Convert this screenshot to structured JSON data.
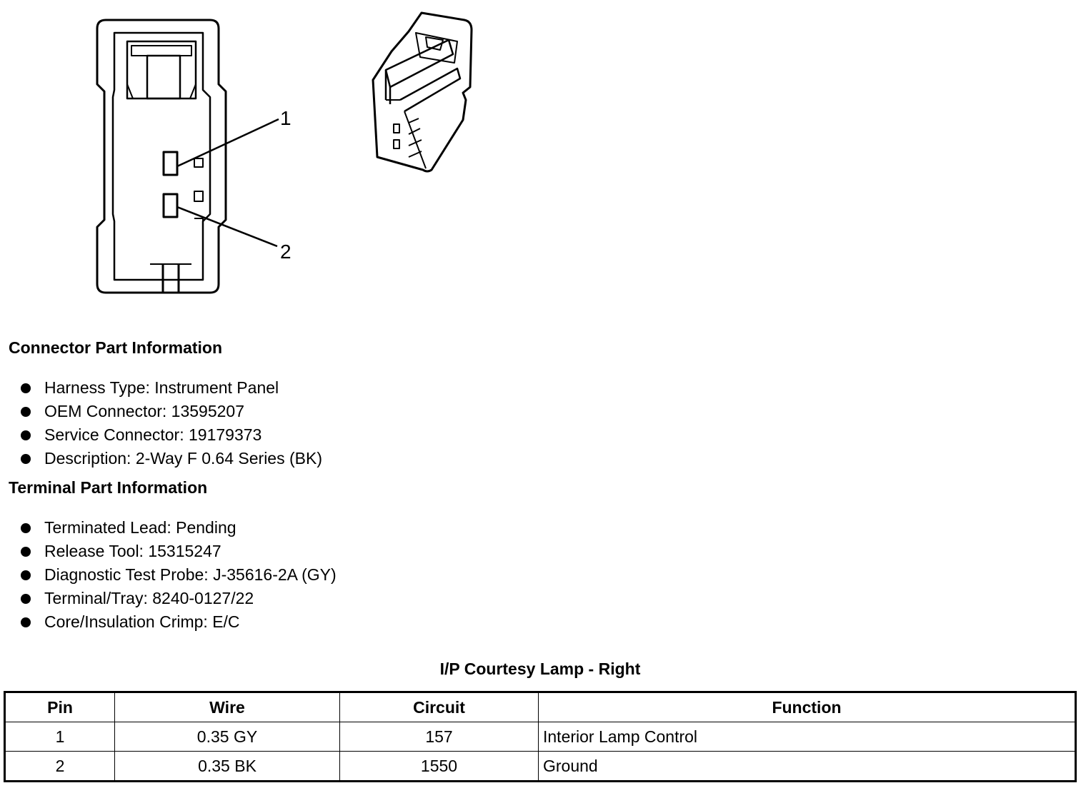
{
  "diagram": {
    "pin_labels": [
      "1",
      "2"
    ]
  },
  "connector_info": {
    "heading": "Connector Part Information",
    "items": [
      "Harness Type: Instrument Panel",
      "OEM Connector: 13595207",
      "Service Connector: 19179373",
      "Description: 2-Way F 0.64 Series (BK)"
    ]
  },
  "terminal_info": {
    "heading": "Terminal Part Information",
    "items": [
      "Terminated Lead: Pending",
      "Release Tool: 15315247",
      "Diagnostic Test Probe: J-35616-2A (GY)",
      "Terminal/Tray: 8240-0127/22",
      "Core/Insulation Crimp: E/C"
    ]
  },
  "pin_table": {
    "title": "I/P Courtesy Lamp - Right",
    "headers": [
      "Pin",
      "Wire",
      "Circuit",
      "Function"
    ],
    "rows": [
      [
        "1",
        "0.35 GY",
        "157",
        "Interior Lamp Control"
      ],
      [
        "2",
        "0.35 BK",
        "1550",
        "Ground"
      ]
    ]
  }
}
